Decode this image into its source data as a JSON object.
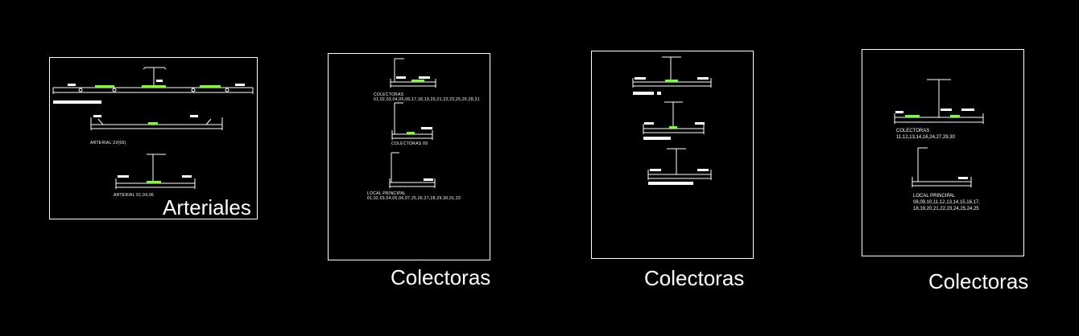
{
  "labels": {
    "sheet1_title": "Arteriales",
    "sheet1_sec2": "ARTERIAL 22(66)",
    "sheet1_sec3": "ARTERIAL 01,04,06",
    "sheet2_title": "Colectoras",
    "sheet2_sec1_a": "COLECTORAS",
    "sheet2_sec1_b": "01,02,03,04,05,06,17,18,19,20,21,22,23,25,26,28,31",
    "sheet2_sec2": "COLECTORAS 09",
    "sheet2_sec3_a": "LOCAL PRINCIPAL",
    "sheet2_sec3_b": "01,02,03,04,05,06,07,25,26,27,28,29,30,31,33",
    "sheet3_title": "Colectoras",
    "sheet4_title": "Colectoras",
    "sheet4_sec1_a": "COLECTORAS",
    "sheet4_sec1_b": "11,12,13,14,16,24,27,29,30",
    "sheet4_sec2_a": "LOCAL PRINCIPAL",
    "sheet4_sec2_b": "08,09,10,11,12,13,14,15,16,17,",
    "sheet4_sec2_c": "18,19,20,21,22,23,24,25,24,25"
  },
  "colors": {
    "background": "#000000",
    "line": "#ffffff",
    "green": "#7dff2a"
  }
}
